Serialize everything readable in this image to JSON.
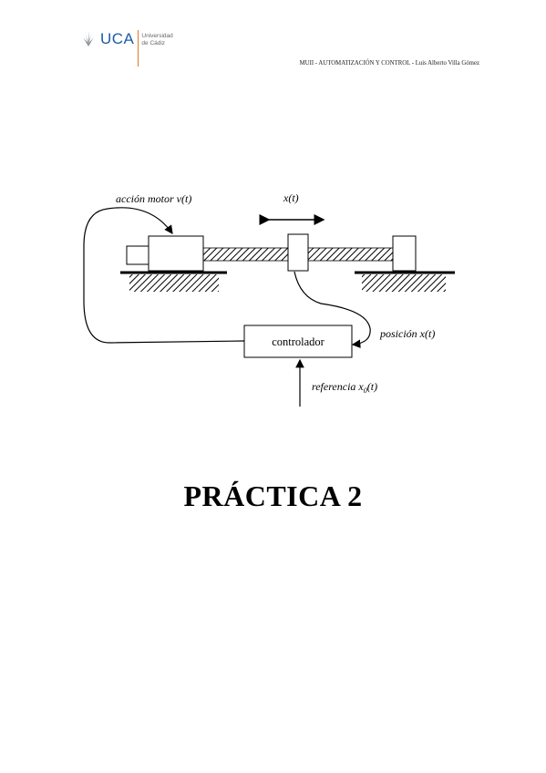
{
  "header": {
    "logo": {
      "acronym": "UCA",
      "university_line1": "Universidad",
      "university_line2": "de Cádiz",
      "brand_color": "#1e5ba8",
      "separator_color": "#e07a1f"
    },
    "running_header": "MUII - AUTOMATIZACIÓN Y CONTROL - Luis Alberto Villa Gómez"
  },
  "diagram": {
    "label_action": "acción motor v(t)",
    "label_x": "x(t)",
    "label_position": "posición x(t)",
    "label_controller": "controlador",
    "label_reference_prefix": "referencia x",
    "label_reference_sub": "0",
    "label_reference_suffix": "(t)"
  },
  "title": "PRÁCTICA 2"
}
